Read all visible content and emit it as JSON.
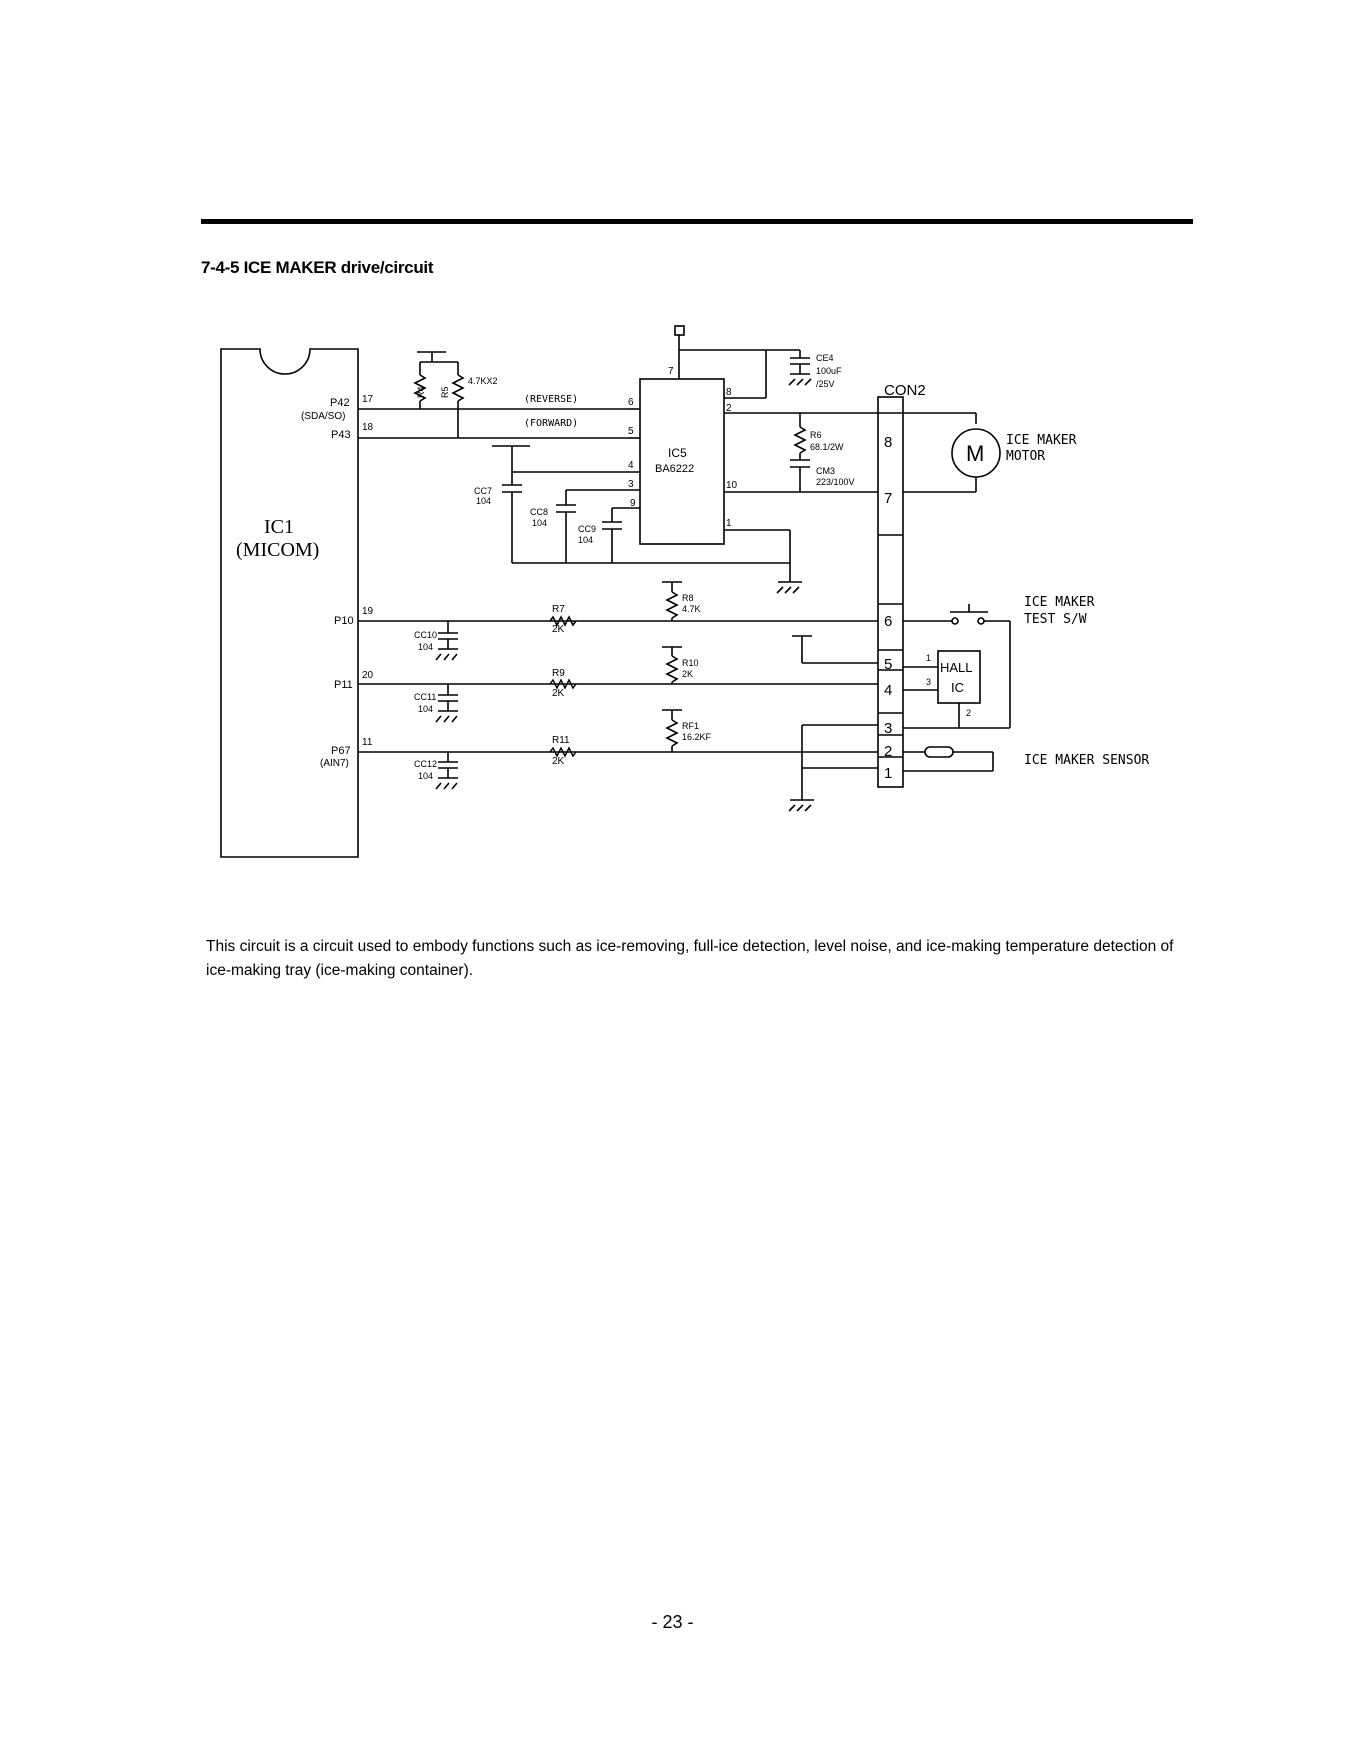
{
  "section": {
    "title": "7-4-5 ICE MAKER drive/circuit"
  },
  "schematic": {
    "ic1": {
      "name": "IC1",
      "sub": "(MICOM)",
      "pins": [
        {
          "label": "P42",
          "num": "17"
        },
        {
          "label": "(SDA/SO)",
          "num": ""
        },
        {
          "label": "P43",
          "num": "18"
        },
        {
          "label": "P10",
          "num": "19"
        },
        {
          "label": "P11",
          "num": "20"
        },
        {
          "label": "P67",
          "num": "11"
        },
        {
          "label": "(AIN7)",
          "num": ""
        }
      ]
    },
    "ic5": {
      "name": "IC5",
      "part": "BA6222",
      "pins": [
        "7",
        "8",
        "2",
        "6",
        "5",
        "4",
        "3",
        "9",
        "10",
        "1"
      ]
    },
    "signals": {
      "reverse": "(REVERSE)",
      "forward": "(FORWARD)"
    },
    "resistors": {
      "r4": "R4",
      "r5": "R5",
      "r45_value": "4.7KX2",
      "r6": "R6",
      "r6_value": "68.1/2W",
      "r7": "R7",
      "r7_value": "2K",
      "r8": "R8",
      "r8_value": "4.7K",
      "r9": "R9",
      "r9_value": "2K",
      "r10": "R10",
      "r10_value": "2K",
      "r11": "R11",
      "r11_value": "2K",
      "rf1": "RF1",
      "rf1_value": "16.2KF"
    },
    "capacitors": {
      "ce4": "CE4",
      "ce4_value": "100uF",
      "ce4_voltage": "/25V",
      "cm3": "CM3",
      "cm3_value": "223/100V",
      "cc7": "CC7",
      "cc7_value": "104",
      "cc8": "CC8",
      "cc8_value": "104",
      "cc9": "CC9",
      "cc9_value": "104",
      "cc10": "CC10",
      "cc10_value": "104",
      "cc11": "CC11",
      "cc11_value": "104",
      "cc12": "CC12",
      "cc12_value": "104"
    },
    "connector": {
      "name": "CON2",
      "pins": [
        "8",
        "7",
        "6",
        "5",
        "4",
        "3",
        "2",
        "1"
      ]
    },
    "motor": {
      "symbol": "M",
      "line1": "ICE MAKER",
      "line2": "MOTOR"
    },
    "test_switch": {
      "line1": "ICE MAKER",
      "line2": "TEST S/W"
    },
    "hall": {
      "line1": "HALL",
      "line2": "IC",
      "pins": [
        "1",
        "3",
        "2"
      ]
    },
    "sensor": {
      "label": "ICE MAKER SENSOR"
    }
  },
  "description": "This circuit is a circuit used to embody functions such as ice-removing, full-ice detection, level noise, and ice-making temperature detection of ice-making tray (ice-making container).",
  "page_number": "- 23 -"
}
